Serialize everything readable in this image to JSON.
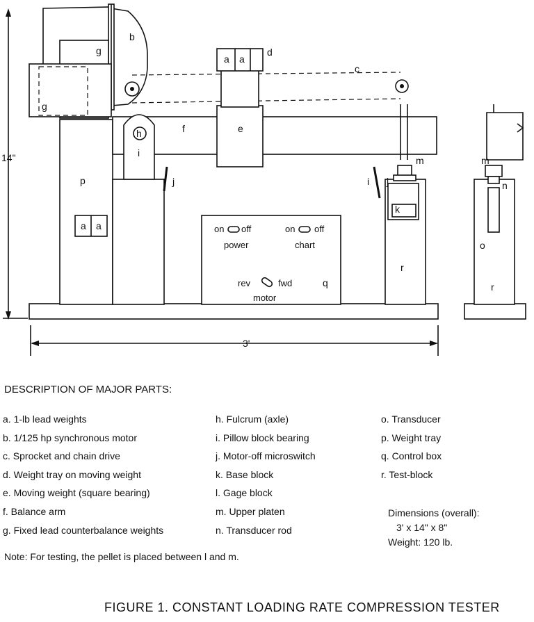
{
  "diagram": {
    "dim_height": "14\"",
    "dim_length": "3'",
    "labels": {
      "a1": "a",
      "a2": "a",
      "a3": "a",
      "a4": "a",
      "b": "b",
      "c": "c",
      "d": "d",
      "e": "e",
      "f": "f",
      "g1": "g",
      "g2": "g",
      "h": "h",
      "i1": "i",
      "i2": "i",
      "j1": "j",
      "j2": "j",
      "k": "k",
      "m1": "m",
      "m2": "m",
      "n": "n",
      "o": "o",
      "p": "p",
      "q": "q",
      "r1": "r",
      "r2": "r"
    },
    "control_box": {
      "on1": "on",
      "off1": "off",
      "power": "power",
      "on2": "on",
      "off2": "off",
      "chart": "chart",
      "rev": "rev",
      "fwd": "fwd",
      "motor": "motor"
    }
  },
  "legend": {
    "heading": "DESCRIPTION OF MAJOR PARTS:",
    "col1": [
      "a.  1-lb lead weights",
      "b.  1/125 hp synchronous motor",
      "c.  Sprocket and chain drive",
      "d.  Weight tray on moving weight",
      "e.  Moving weight (square bearing)",
      "f.  Balance arm",
      "g.  Fixed lead counterbalance weights"
    ],
    "col2": [
      "h.  Fulcrum (axle)",
      "i.  Pillow block bearing",
      "j.  Motor-off microswitch",
      "k.  Base block",
      "l.  Gage block",
      "m.  Upper platen",
      "n.  Transducer rod"
    ],
    "col3": [
      "o.  Transducer",
      "p.  Weight tray",
      "q.  Control box",
      "r.  Test-block"
    ],
    "dimensions_heading": "Dimensions (overall):",
    "dimensions_value": "3' x 14\" x 8\"",
    "weight": "Weight:  120 lb."
  },
  "note": "Note:  For testing, the pellet is placed between l and m.",
  "figure_caption": "FIGURE 1.  CONSTANT LOADING RATE COMPRESSION TESTER"
}
